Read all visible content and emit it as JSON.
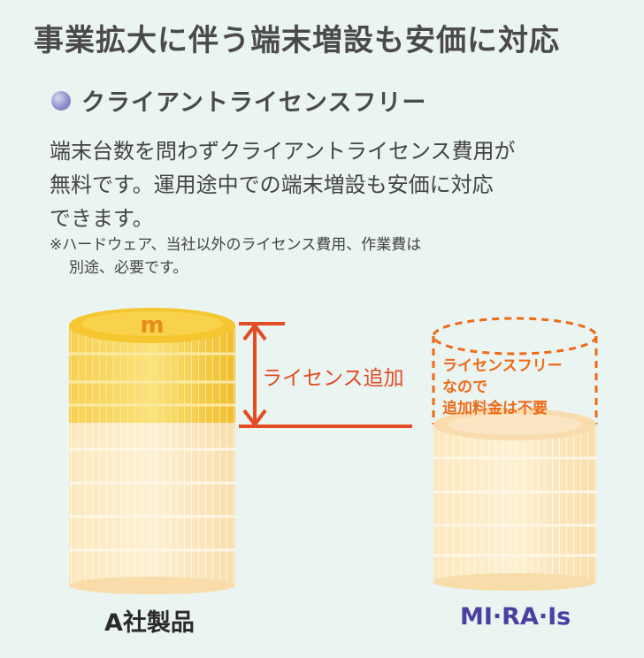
{
  "headline": "事業拡大に伴う端末増設も安価に対応",
  "subheading": "クライアントライセンスフリー",
  "body_lines": [
    "端末台数を問わずクライアントライセンス費用が",
    "無料です。運用途中での端末増設も安価に対応",
    "できます。"
  ],
  "note_lines": [
    "※ハードウェア、当社以外のライセンス費用、作業費は",
    "別途、必要です。"
  ],
  "license_add_label": "ライセンス追加",
  "free_note_lines": [
    "ライセンスフリー",
    "なので",
    "追加料金は不要"
  ],
  "coin_mark": "m",
  "product_a_label": "A社製品",
  "product_b_label": "MI·RA·Is",
  "icons": {
    "bullet": "bullet-circle-icon",
    "arrow": "double-arrow-icon"
  },
  "colors": {
    "background": "#eaf4f1",
    "accent_red": "#e24b23",
    "accent_orange": "#ef6a16",
    "coin_gold": "#f3c22c",
    "coin_pale": "#fbe3b0",
    "brand_purple": "#4b3fa0"
  }
}
